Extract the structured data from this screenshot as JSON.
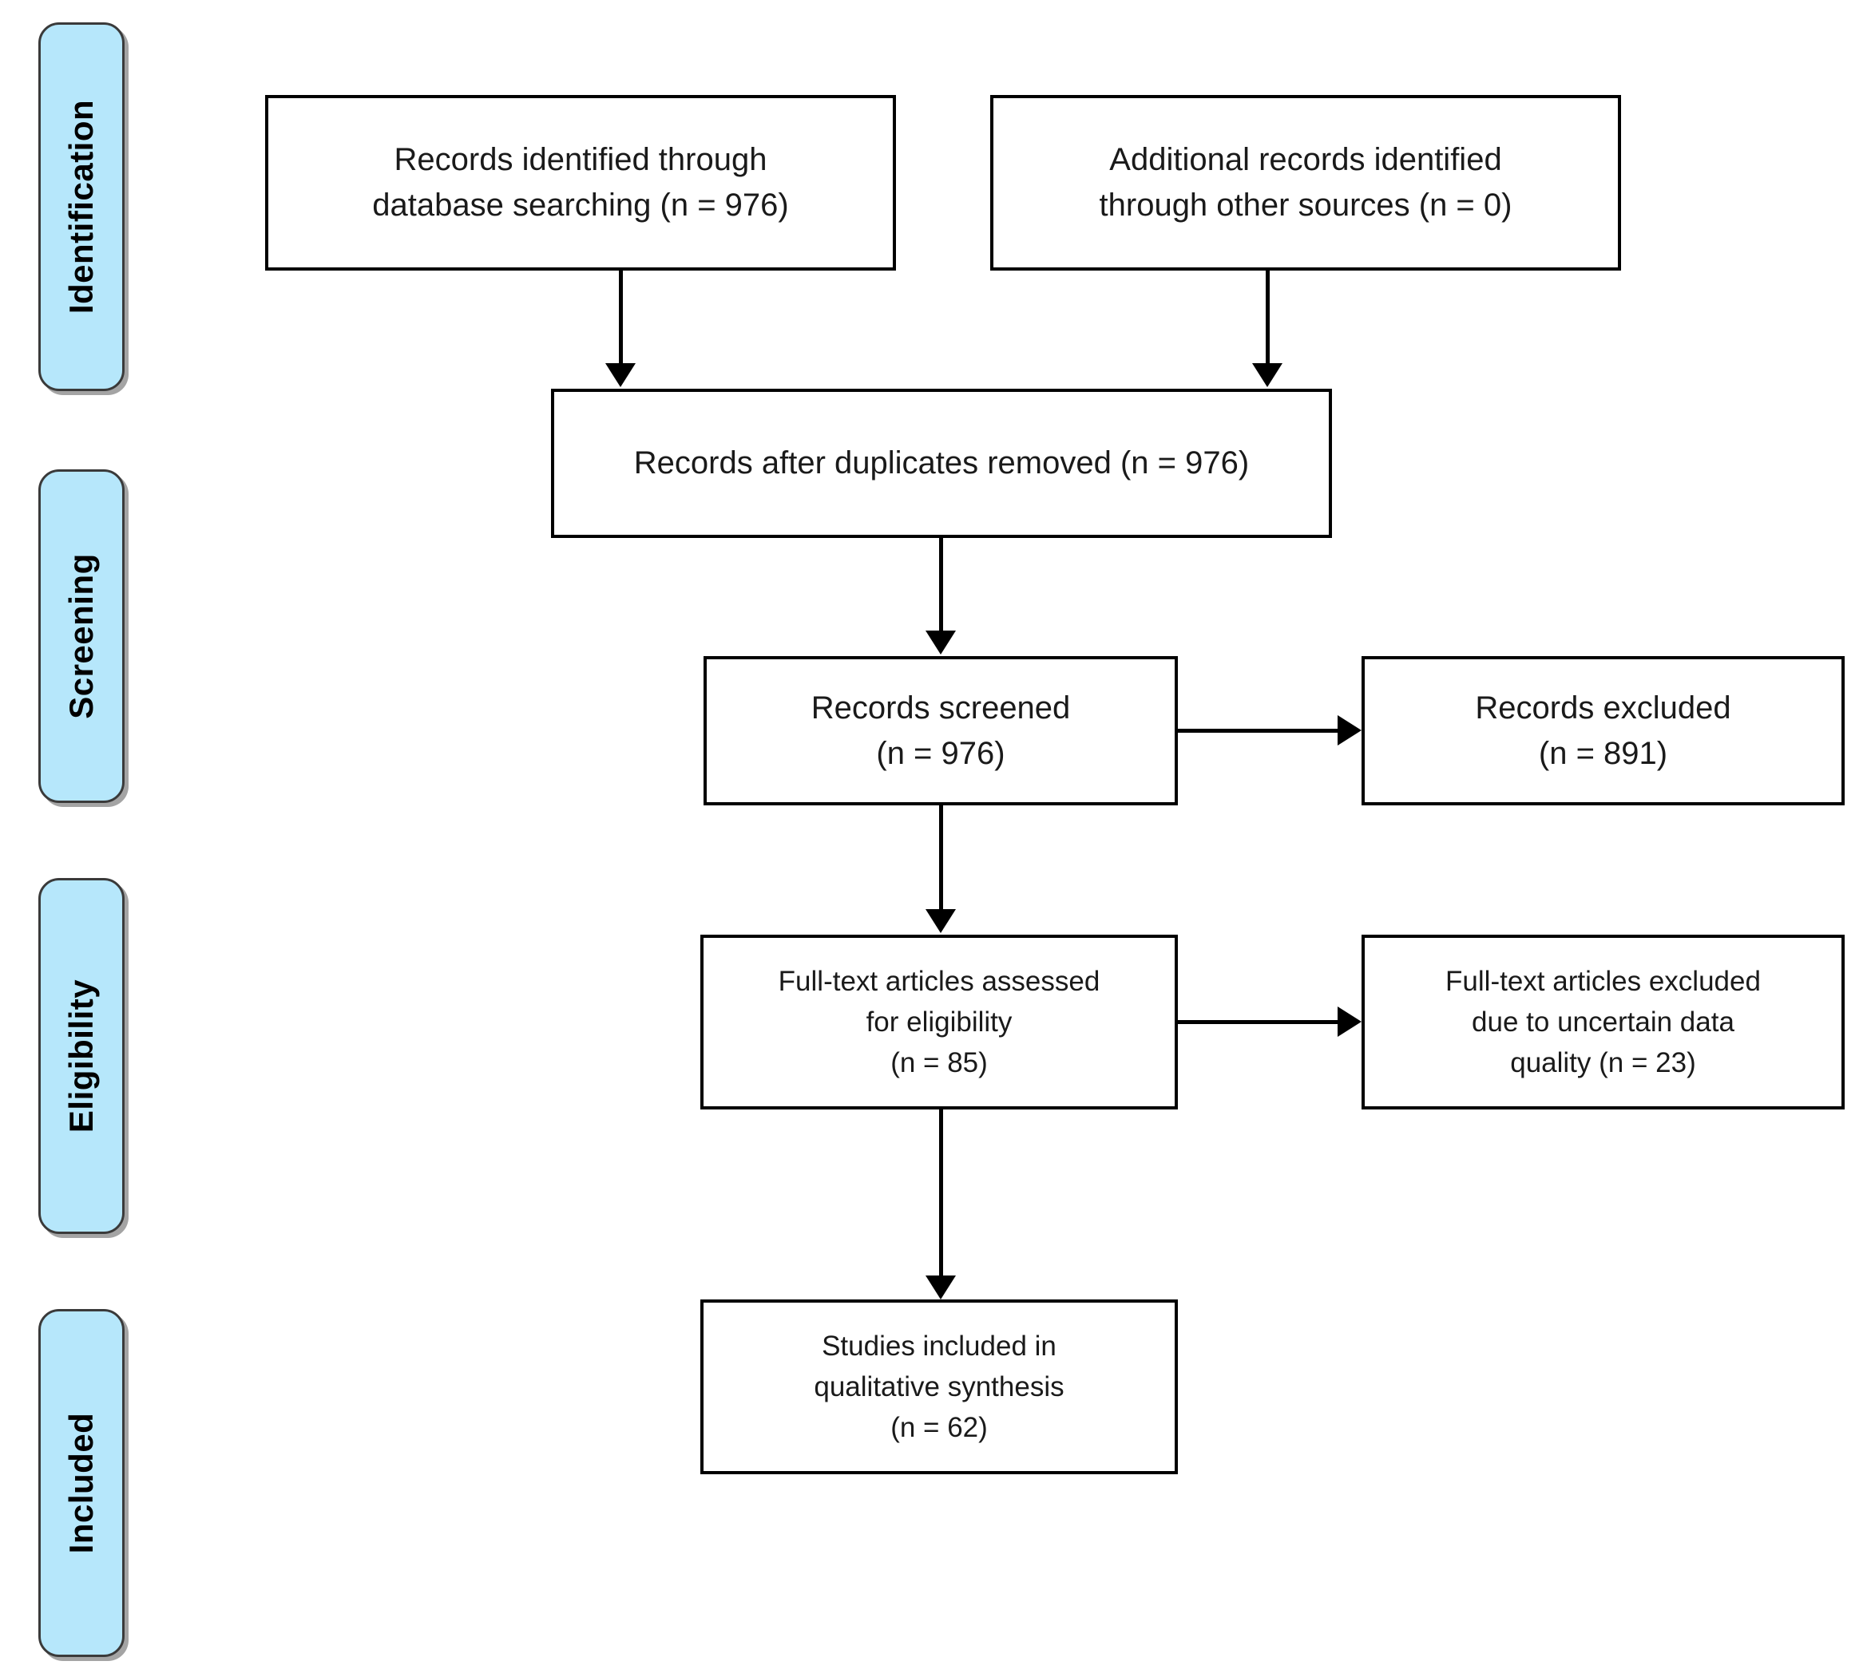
{
  "diagram": {
    "type": "prisma-flow-diagram",
    "colors": {
      "stage_band_fill": "#b6e7fb",
      "stage_band_border": "#3a3a3a",
      "box_border": "#000000",
      "box_fill": "#ffffff",
      "text": "#1a1a1a",
      "connector": "#000000"
    },
    "stages": [
      {
        "id": "identification",
        "label": "Identification"
      },
      {
        "id": "screening",
        "label": "Screening"
      },
      {
        "id": "eligibility",
        "label": "Eligibility"
      },
      {
        "id": "included",
        "label": "Included"
      }
    ],
    "boxes": [
      {
        "id": "records-identified-database",
        "stage": "identification",
        "text": "Records identified through\ndatabase searching (n = 976)",
        "n": 976
      },
      {
        "id": "additional-records-other-sources",
        "stage": "identification",
        "text": "Additional records identified\nthrough other sources (n = 0)",
        "n": 0
      },
      {
        "id": "records-after-duplicates-removed",
        "stage": "identification",
        "text": "Records after duplicates removed (n = 976)",
        "n": 976
      },
      {
        "id": "records-screened",
        "stage": "screening",
        "text": "Records screened\n(n = 976)",
        "n": 976
      },
      {
        "id": "records-excluded",
        "stage": "screening",
        "text": "Records excluded\n(n = 891)",
        "n": 891
      },
      {
        "id": "full-text-assessed",
        "stage": "eligibility",
        "text": "Full-text articles assessed\nfor eligibility\n(n = 85)",
        "n": 85
      },
      {
        "id": "full-text-excluded",
        "stage": "eligibility",
        "text": "Full-text articles excluded\ndue to uncertain data\nquality (n = 23)",
        "n": 23
      },
      {
        "id": "studies-included-qualitative",
        "stage": "included",
        "text": "Studies included in\nqualitative synthesis\n(n = 62)",
        "n": 62
      }
    ],
    "connectors": [
      {
        "id": "identified-to-duplicates",
        "from": "records-identified-database",
        "to": "records-after-duplicates-removed",
        "direction": "down"
      },
      {
        "id": "additional-to-duplicates",
        "from": "additional-records-other-sources",
        "to": "records-after-duplicates-removed",
        "direction": "down"
      },
      {
        "id": "duplicates-to-screened",
        "from": "records-after-duplicates-removed",
        "to": "records-screened",
        "direction": "down"
      },
      {
        "id": "screened-to-excluded",
        "from": "records-screened",
        "to": "records-excluded",
        "direction": "right"
      },
      {
        "id": "screened-to-fulltext",
        "from": "records-screened",
        "to": "full-text-assessed",
        "direction": "down"
      },
      {
        "id": "fulltext-to-fulltext-excluded",
        "from": "full-text-assessed",
        "to": "full-text-excluded",
        "direction": "right"
      },
      {
        "id": "fulltext-to-included",
        "from": "full-text-assessed",
        "to": "studies-included-qualitative",
        "direction": "down"
      }
    ]
  }
}
